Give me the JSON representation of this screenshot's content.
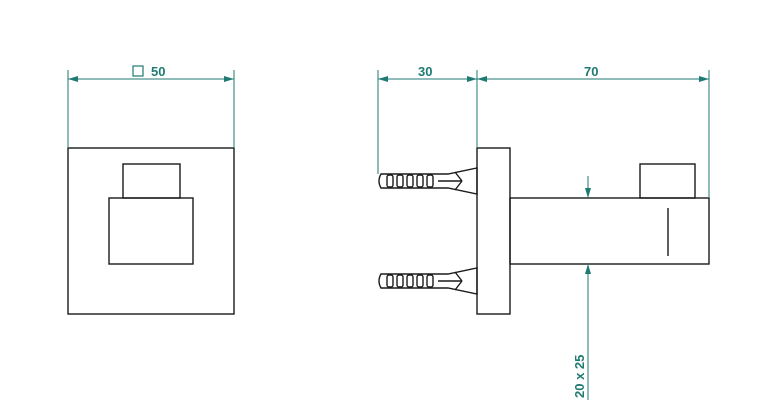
{
  "front_view": {
    "width_label": "50",
    "square_symbol": "square-symbol-icon"
  },
  "side_view": {
    "anchor_depth_label": "30",
    "projection_label": "70",
    "bar_section_label": "20 x 25"
  },
  "colors": {
    "dimension": "#1f7a72",
    "outline": "#1a1a1a",
    "background": "#ffffff"
  }
}
